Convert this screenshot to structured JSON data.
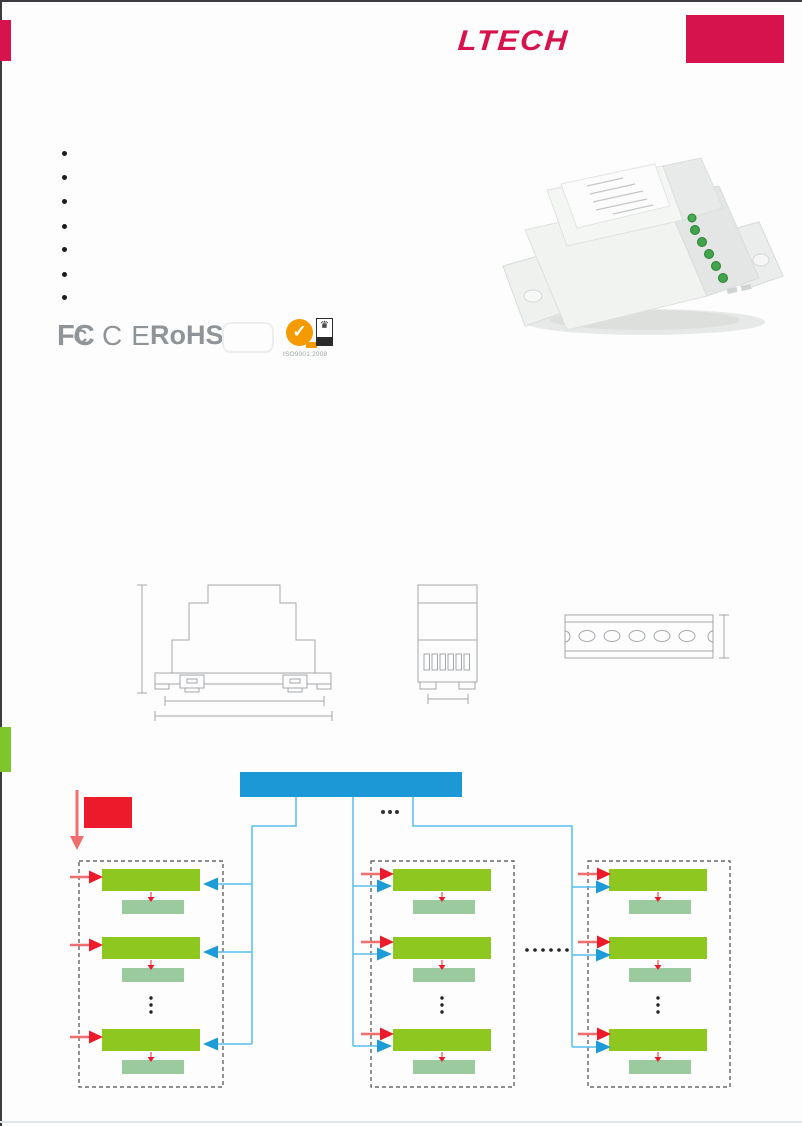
{
  "brand": {
    "logo_text": "LTECH"
  },
  "features": {
    "bullet_count": 7
  },
  "certifications": {
    "fcc_f": "F",
    "fcc_c1": "C",
    "fcc_c2": "C",
    "ce": "CE",
    "rohs": "RoHS",
    "iso_check": "✓",
    "iso_emblem_glyph": "♛",
    "iso_caption": "ISO9001:2008"
  },
  "colors": {
    "crimson": "#d7134e",
    "bright-red": "#ec1b2b",
    "arrow-red": "#f26d6d",
    "green-tab": "#7ec62b",
    "green": "#8dc71f",
    "pale-green": "#9cca9f",
    "blue-bar": "#1b98d5",
    "light-blue": "#58bfec",
    "blue-arrow": "#1e9cd8",
    "cert-gray": "#8f9498",
    "orange": "#f59b00",
    "drawing-gray": "#a2a7ab",
    "terminal-green": "#3fa44a",
    "footer-line": "#e3e6e8"
  }
}
